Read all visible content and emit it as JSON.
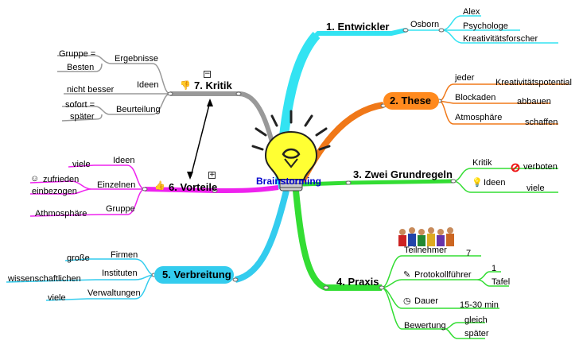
{
  "center": {
    "label": "Brainstorming"
  },
  "branches": {
    "entwickler": {
      "title": "1.  Entwickler",
      "sub": "Osborn",
      "leaves": [
        "Alex",
        "Psychologe",
        "Kreativitätsforscher"
      ]
    },
    "these": {
      "title": "2.  These",
      "rows": [
        {
          "a": "jeder",
          "b": "Kreativitätspotential"
        },
        {
          "a": "Blockaden",
          "b": "abbauen"
        },
        {
          "a": "Atmosphäre",
          "b": "schaffen"
        }
      ]
    },
    "grundregeln": {
      "title": "3.  Zwei Grundregeln",
      "rows": [
        {
          "a": "Kritik",
          "b": "verboten"
        },
        {
          "a": "Ideen",
          "b": "viele"
        }
      ]
    },
    "praxis": {
      "title": "4.  Praxis",
      "rows": [
        {
          "a": "Teilnehmer",
          "b": [
            "7"
          ]
        },
        {
          "a": "Protokollführer",
          "b": [
            "1",
            "Tafel"
          ]
        },
        {
          "a": "Dauer",
          "b": [
            "15-30 min"
          ]
        },
        {
          "a": "Bewertung",
          "b": [
            "gleich",
            "später"
          ]
        }
      ]
    },
    "verbreitung": {
      "title": "5.  Verbreitung",
      "rows": [
        {
          "a": "Firmen",
          "b": "große"
        },
        {
          "a": "Instituten",
          "b": "wissenschaftlichen"
        },
        {
          "a": "Verwaltungen",
          "b": "viele"
        }
      ]
    },
    "vorteile": {
      "title": "6.  Vorteile",
      "rows": [
        {
          "a": "Ideen",
          "b": [
            "viele"
          ]
        },
        {
          "a": "Einzelnen",
          "b": [
            "zufrieden",
            "einbezogen"
          ]
        },
        {
          "a": "Gruppe",
          "b": [
            "Athmosphäre"
          ]
        }
      ]
    },
    "kritik": {
      "title": "7.  Kritik",
      "rows": [
        {
          "a": "Ergebnisse",
          "b": [
            "Gruppe =",
            "Besten"
          ]
        },
        {
          "a": "Ideen",
          "b": [
            "nicht besser"
          ]
        },
        {
          "a": "Beurteilung",
          "b": [
            "sofort =",
            "später"
          ]
        }
      ]
    }
  },
  "markers": {
    "expand": "+",
    "collapse": "−"
  },
  "colors": {
    "entwickler": "#33e3f2",
    "these": "#f07818",
    "grundregeln": "#33dd33",
    "praxis": "#33dd33",
    "verbreitung": "#33ccee",
    "vorteile": "#ee22ee",
    "kritik": "#999999",
    "forbidden": "#ee1111",
    "bulb": "#ffff33"
  },
  "icons": [
    "lightbulb-icon",
    "people-icon",
    "no-entry-icon",
    "lightbulb-small-icon",
    "pen-icon",
    "clock-icon",
    "smiley-icon",
    "thumbs-down-icon",
    "thumbs-up-icon"
  ]
}
